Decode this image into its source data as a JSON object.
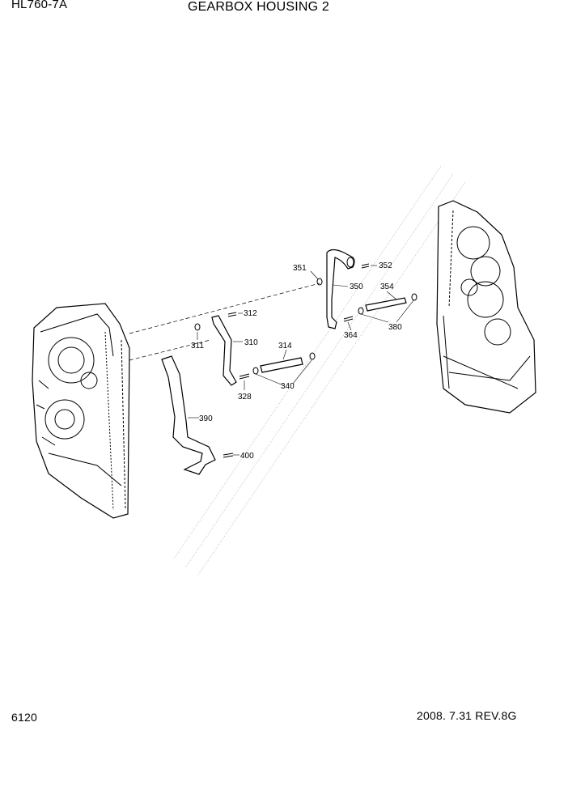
{
  "header": {
    "model": "HL760-7A",
    "title": "GEARBOX HOUSING 2"
  },
  "footer": {
    "page_number": "6120",
    "revision": "2008. 7.31  REV.8G"
  },
  "callouts": {
    "c351": "351",
    "c352": "352",
    "c350": "350",
    "c354": "354",
    "c312": "312",
    "c380": "380",
    "c364": "364",
    "c311": "311",
    "c310": "310",
    "c314": "314",
    "c328": "328",
    "c340": "340",
    "c390": "390",
    "c400": "400"
  },
  "icons": [
    "gearbox-housing-left-icon",
    "gearbox-housing-right-icon",
    "pipe-icon",
    "hose-icon",
    "o-ring-icon",
    "screw-icon"
  ]
}
